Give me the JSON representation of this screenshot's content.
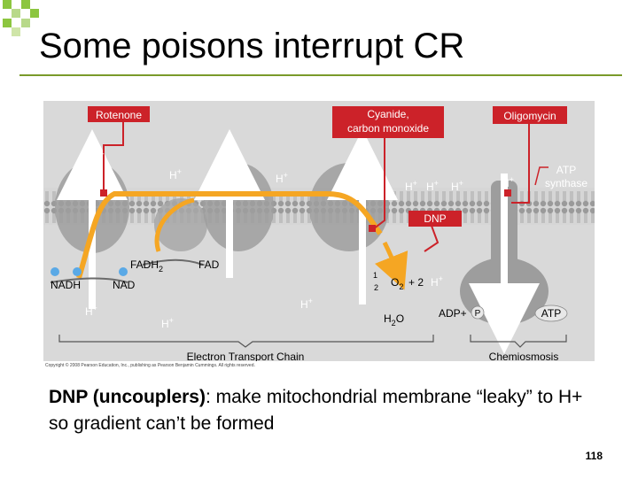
{
  "slide": {
    "title": "Some poisons interrupt CR",
    "page_number": "118"
  },
  "figure": {
    "labels": {
      "rotenone": "Rotenone",
      "cyanide": "Cyanide, carbon monoxide",
      "oligomycin": "Oligomycin",
      "atp_synthase": "ATP synthase",
      "dnp": "DNP",
      "fadh2": "FADH",
      "fadh2_sub": "2",
      "fad": "FAD",
      "nadh": "NADH",
      "nad": "NAD",
      "half": "2",
      "o2": "O",
      "o2_sub": "2",
      "plus2": "+ 2",
      "h2o_h": "H",
      "h2o_sub": "2",
      "h2o_o": "O",
      "adp": "ADP+",
      "p": "P",
      "atp": "ATP",
      "etc": "Electron Transport Chain",
      "chemiosmosis": "Chemiosmosis",
      "copyright": "Copyright © 2008 Pearson Education, Inc., publishing as Pearson Benjamin Cummings. All rights reserved.",
      "h": "H",
      "plus": "+"
    }
  },
  "caption": {
    "bold": "DNP (uncouplers)",
    "text": ": make mitochondrial membrane “leaky” to H+ so gradient can’t be formed"
  },
  "colors": {
    "accent_green": "#8cc63f",
    "rule_green": "#7a9a2a",
    "poison_red": "#cc2229",
    "pathway_orange": "#f5a623",
    "membrane_gray": "#8a8a8a",
    "background_gray": "#d6d6d6"
  }
}
